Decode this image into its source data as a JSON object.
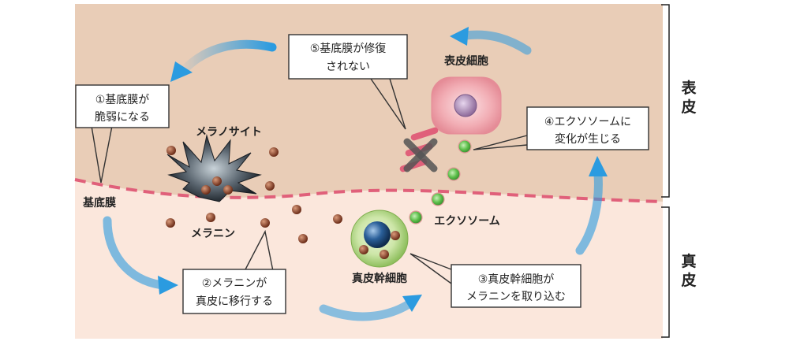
{
  "labels": {
    "melanocyte": "メラノサイト",
    "melanin": "メラニン",
    "basement_membrane": "基底膜",
    "keratinocyte": "表皮細胞",
    "exosome": "エクソソーム",
    "stem_cell": "真皮幹細胞",
    "epidermis": [
      "表",
      "皮"
    ],
    "dermis": [
      "真",
      "皮"
    ]
  },
  "callouts": {
    "step1": [
      "①基底膜が",
      "脆弱になる"
    ],
    "step2": [
      "②メラニンが",
      "真皮に移行する"
    ],
    "step3": [
      "③真皮幹細胞が",
      "メラニンを取り込む"
    ],
    "step4": [
      "④エクソソームに",
      "変化が生じる"
    ],
    "step5": [
      "⑤基底膜が修復",
      "されない"
    ]
  },
  "colors": {
    "epidermis_bg": "#e9cdb7",
    "dermis_bg": "#fbe7dc",
    "membrane_dash": "#e0607a",
    "arrow": "#2b9be0",
    "melanin": "#7a3a22",
    "exosome": "#5cbf4a"
  },
  "icons": {
    "cross": "cross-mark-icon",
    "arrow": "curved-arrow-icon"
  }
}
